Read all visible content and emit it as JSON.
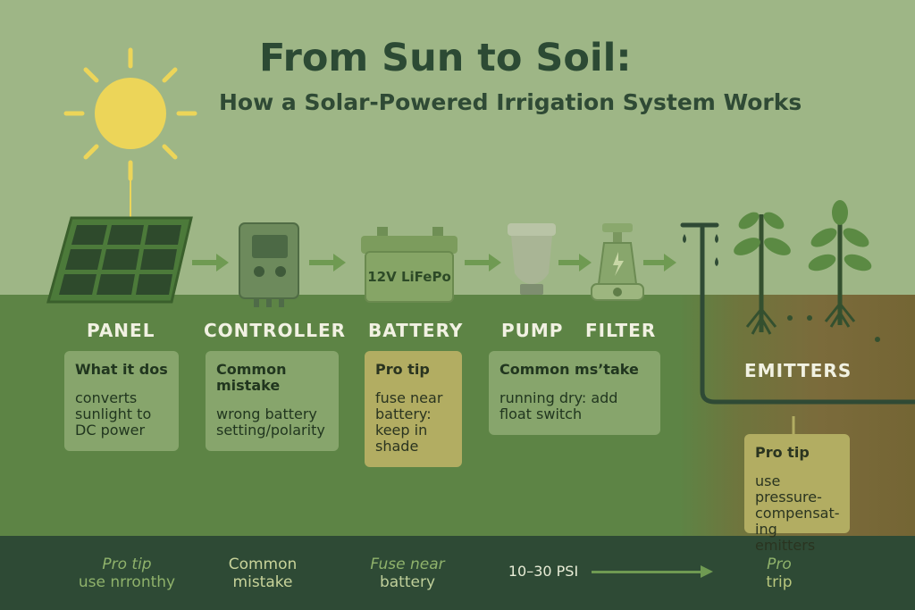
{
  "title": "From Sun to Soil:",
  "subtitle": "How a Solar-Powered Irrigation System Works",
  "colors": {
    "sky": "#9eb686",
    "ground": "#5d8445",
    "footer": "#2e4a35",
    "sun": "#ecd559",
    "arrow": "#6f9a52"
  },
  "battery_text": "12V LiFePo",
  "components": [
    {
      "label": "PANEL"
    },
    {
      "label": "CONTROLLER"
    },
    {
      "label": "BATTERY"
    },
    {
      "label": "PUMP"
    },
    {
      "label": "FILTER"
    },
    {
      "label": "EMITTERS"
    }
  ],
  "cards": {
    "panel": {
      "head": "What it dos",
      "body": "converts sunlight to DC power"
    },
    "controller": {
      "head": "Common mistake",
      "body": "wrong battery setting/polarity"
    },
    "battery": {
      "head": "Pro tip",
      "body": "fuse near battery: keep in shade"
    },
    "pump": {
      "head": "Common ms’take",
      "body": "running dry: add float switch"
    },
    "emitters": {
      "head": "Pro tip",
      "body": "use pressure-compensat-ing emitters"
    }
  },
  "footer": {
    "item1": {
      "a": "Pro tip",
      "b": "use nrronthy"
    },
    "item2": {
      "a": "Common",
      "b": "mistake"
    },
    "item3": {
      "a": "Fuse near",
      "b": "battery"
    },
    "psi": "10–30 PSI",
    "item5": {
      "a": "Pro",
      "b": "trip"
    }
  }
}
